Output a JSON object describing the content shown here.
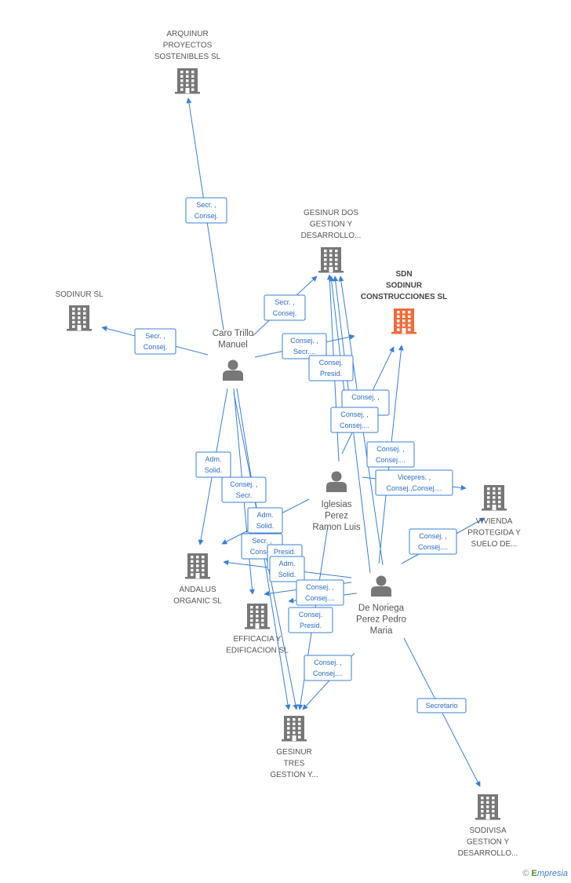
{
  "companies": [
    {
      "id": "arquinur",
      "lines": [
        "ARQUINUR",
        "PROYECTOS",
        "SOSTENIBLES SL"
      ],
      "focus": false
    },
    {
      "id": "gesinur-dos",
      "lines": [
        "GESINUR DOS",
        "GESTION Y",
        "DESARROLLO..."
      ],
      "focus": false
    },
    {
      "id": "sdn",
      "lines": [
        "SDN",
        "SODINUR",
        "CONSTRUCCIONES SL"
      ],
      "focus": true
    },
    {
      "id": "sodinur",
      "lines": [
        "SODINUR SL"
      ],
      "focus": false
    },
    {
      "id": "vivienda",
      "lines": [
        "VIVIENDA",
        "PROTEGIDA Y",
        "SUELO DE..."
      ],
      "focus": false
    },
    {
      "id": "andalus",
      "lines": [
        "ANDALUS",
        "ORGANIC  SL"
      ],
      "focus": false
    },
    {
      "id": "efficacia",
      "lines": [
        "EFFICACIA Y",
        "EDIFICACION SL"
      ],
      "focus": false
    },
    {
      "id": "gesinur-tres",
      "lines": [
        "GESINUR",
        "TRES",
        "GESTION Y..."
      ],
      "focus": false
    },
    {
      "id": "sodivisa",
      "lines": [
        "SODIVISA",
        "GESTION Y",
        "DESARROLLO..."
      ],
      "focus": false
    }
  ],
  "people": [
    {
      "id": "caro",
      "lines": [
        "Caro Trillo",
        "Manuel"
      ]
    },
    {
      "id": "iglesias",
      "lines": [
        "Iglesias",
        "Perez",
        "Ramon Luis"
      ]
    },
    {
      "id": "noriega",
      "lines": [
        "De Noriega",
        "Perez Pedro",
        "Maria"
      ]
    }
  ],
  "roles": [
    {
      "id": "r1",
      "lines": [
        "Secr. ,",
        "Consej."
      ]
    },
    {
      "id": "r2",
      "lines": [
        "Secr. ,",
        "Consej."
      ]
    },
    {
      "id": "r3",
      "lines": [
        "Secr. ,",
        "Consej."
      ]
    },
    {
      "id": "r4",
      "lines": [
        "Consej. ,",
        "Secr...."
      ]
    },
    {
      "id": "r5",
      "lines": [
        "Consej.",
        "Presid."
      ]
    },
    {
      "id": "r6",
      "lines": [
        "Consej. ,",
        ""
      ]
    },
    {
      "id": "r7",
      "lines": [
        "Consej. ,",
        "Consej...."
      ]
    },
    {
      "id": "r8",
      "lines": [
        "Consej. ,",
        "Consej...."
      ]
    },
    {
      "id": "r9",
      "lines": [
        "Vicepres. ,",
        "Consej.,Consej...."
      ]
    },
    {
      "id": "r10",
      "lines": [
        "Adm.",
        "Solid."
      ]
    },
    {
      "id": "r11",
      "lines": [
        "Consej. ,",
        "Secr."
      ]
    },
    {
      "id": "r12",
      "lines": [
        "Adm.",
        "Solid."
      ]
    },
    {
      "id": "r13",
      "lines": [
        "Secr. ,",
        "Consej."
      ]
    },
    {
      "id": "r14",
      "lines": [
        "Presid.",
        ""
      ]
    },
    {
      "id": "r15",
      "lines": [
        "Adm.",
        "Solid."
      ]
    },
    {
      "id": "r16",
      "lines": [
        "Consej. ,",
        "Consej...."
      ]
    },
    {
      "id": "r17",
      "lines": [
        "Consej.",
        "Presid."
      ]
    },
    {
      "id": "r18",
      "lines": [
        "Consej. ,",
        "Consej...."
      ]
    },
    {
      "id": "r19",
      "lines": [
        "Consej. ,",
        "Consej...."
      ]
    },
    {
      "id": "r20",
      "lines": [
        "Secretario"
      ]
    }
  ],
  "colors": {
    "edge": "#3a7fd5",
    "company_icon": "#777777",
    "focus_icon": "#f26b3a",
    "person_icon": "#777777"
  },
  "footer": {
    "copyright": "©",
    "brand_initial": "E",
    "brand_rest": "mpresia"
  }
}
